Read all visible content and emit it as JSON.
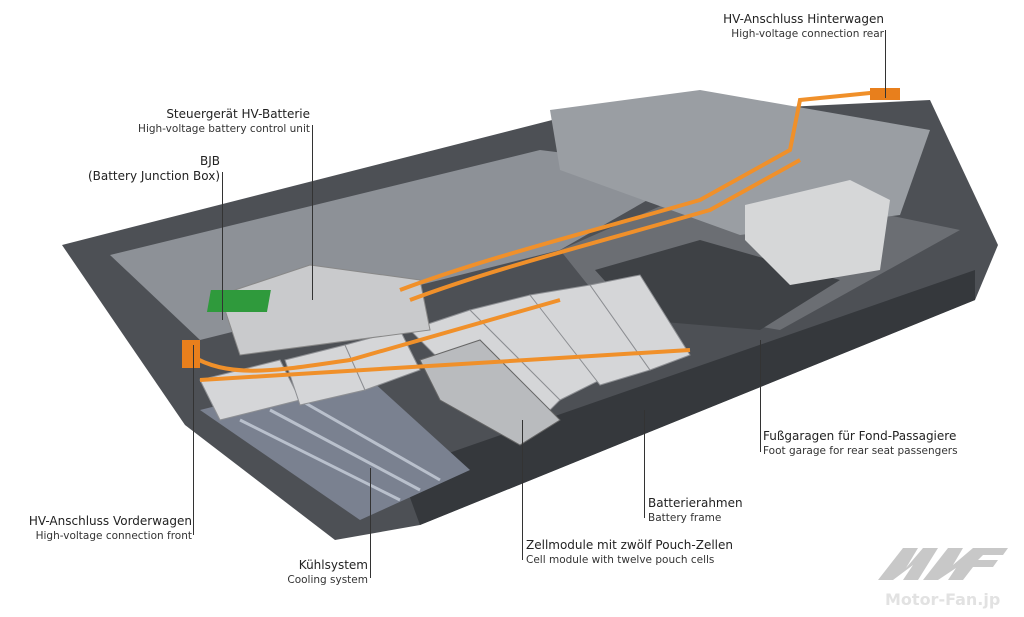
{
  "labels": {
    "hv_rear": {
      "de": "HV-Anschluss Hinterwagen",
      "en": "High-voltage connection rear"
    },
    "control_unit": {
      "de": "Steuergerät HV-Batterie",
      "en": "High-voltage battery control unit"
    },
    "bjb": {
      "de": "BJB",
      "en": "(Battery Junction Box)"
    },
    "hv_front": {
      "de": "HV-Anschluss Vorderwagen",
      "en": "High-voltage connection front"
    },
    "cooling": {
      "de": "Kühlsystem",
      "en": "Cooling system"
    },
    "cell_module": {
      "de": "Zellmodule mit zwölf Pouch-Zellen",
      "en": "Cell module with twelve pouch cells"
    },
    "frame": {
      "de": "Batterierahmen",
      "en": "Battery frame"
    },
    "foot_garage": {
      "de": "Fußgaragen für Fond-Passagiere",
      "en": "Foot garage for rear seat passengers"
    }
  },
  "watermark": {
    "text": "Motor-Fan.jp"
  },
  "colors": {
    "tray": "#5a5d62",
    "cover": "#8e9298",
    "cells": "#d9dadb",
    "cable": "#f0902a",
    "pcb": "#2f9a3c"
  }
}
